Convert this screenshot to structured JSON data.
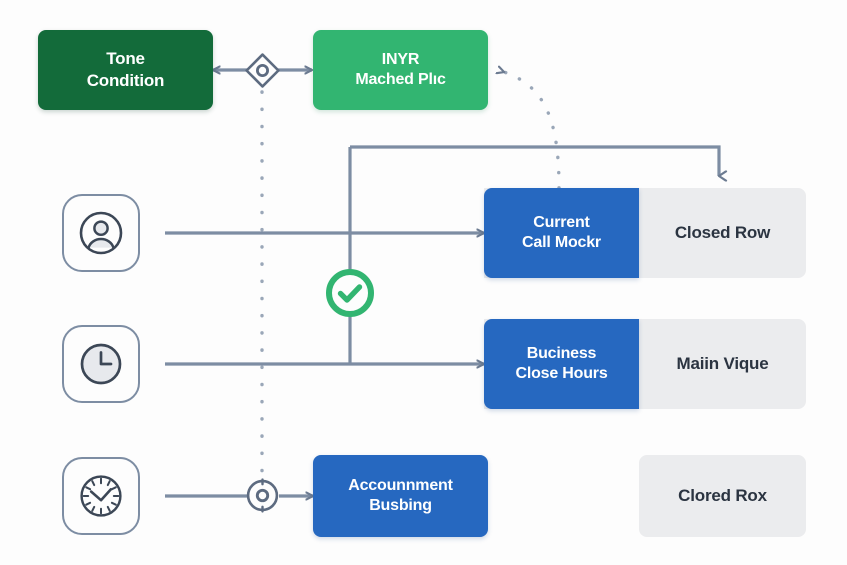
{
  "diagram": {
    "title": "call routing condition flow",
    "background_color": "#fdfdfd",
    "colors": {
      "dark_green": "#136b3a",
      "green": "#32b571",
      "blue": "#2668c0",
      "grey_slab": "#ebecee",
      "line": "#7d8da3",
      "text_dark": "#2b3441",
      "check_green": "#32b571"
    }
  },
  "nodes": {
    "tone_condition": {
      "label": "Tone\nCondition",
      "color": "#136b3a"
    },
    "inyr_mached_plic": {
      "label": "INYR\nMached Plıc",
      "color": "#32b571"
    },
    "current_call_mockr": {
      "label": "Current\nCall Mockr",
      "color": "#2668c0"
    },
    "closed_row": {
      "label": "Closed Row",
      "color": "#ebecee"
    },
    "buciness_close_hours": {
      "label": "Buciness\nClose Hours",
      "color": "#2668c0"
    },
    "maiin_vique": {
      "label": "Maiin Vique",
      "color": "#ebecee"
    },
    "accounnment_busbing": {
      "label": "Accounnment\nBusbing",
      "color": "#2668c0"
    },
    "clored_rox": {
      "label": "Clored Rox",
      "color": "#ebecee"
    }
  },
  "icons": {
    "user": "user-avatar-icon",
    "clock_simple": "clock-icon",
    "clock_detailed": "clock-ticks-icon",
    "check": "check-circle-icon",
    "gateway_top": "diamond-gateway-icon",
    "gateway_bottom": "circle-gateway-icon"
  }
}
